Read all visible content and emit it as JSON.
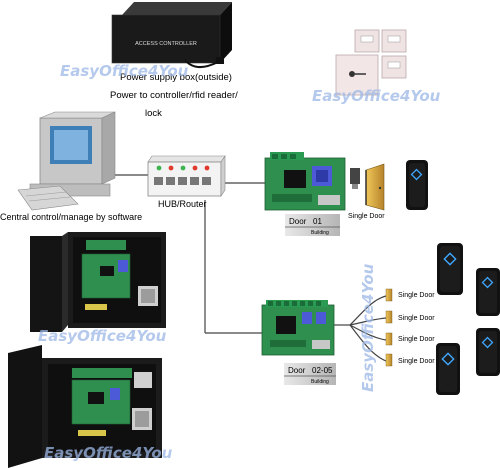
{
  "power_box": {
    "panel_text": "ACCESS CONTROLLER",
    "caption_1": "Power supply box(outside)",
    "caption_2": "Power to controller/rfid reader/",
    "caption_3": "lock"
  },
  "computer": {
    "caption": "Central control/manage by software"
  },
  "hub": {
    "caption": "HUB/Router"
  },
  "door_group_1": {
    "title": "Door   01",
    "subtitle": "Building",
    "door_label": "Single Door"
  },
  "door_group_2": {
    "title": "Door   02-05",
    "subtitle": "Building",
    "door_labels": [
      "Single Door",
      "Single Door",
      "Single Door",
      "Single Door"
    ]
  },
  "watermarks": [
    "EasyOffice4You",
    "EasyOffice4You",
    "EasyOffice4You",
    "EasyOffice4You",
    "EasyOffice4You"
  ],
  "colors": {
    "board_green": "#2f8f4e",
    "box_black": "#151515",
    "reader_black": "#111111",
    "reader_light": "#3fa8ff",
    "door_gold": "#d8a83a",
    "watermark": "#9db8e6"
  }
}
